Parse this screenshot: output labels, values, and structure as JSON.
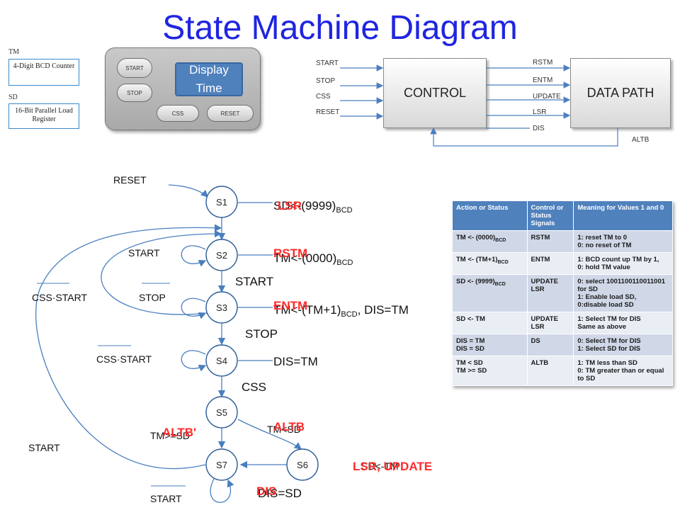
{
  "title": "State Machine Diagram",
  "legend": {
    "tm_label": "TM",
    "tm_box": "4-Digit BCD Counter",
    "sd_label": "SD",
    "sd_box": "16-Bit Parallel Load Register"
  },
  "panel": {
    "start": "START",
    "stop": "STOP",
    "display": "Display Time",
    "css": "CSS",
    "reset": "RESET"
  },
  "block": {
    "control": "CONTROL",
    "datapath": "DATA PATH",
    "inputs": [
      "START",
      "STOP",
      "CSS",
      "RESET"
    ],
    "outputs": [
      "RSTM",
      "ENTM",
      "UPDATE",
      "LSR",
      "DIS"
    ],
    "feedback": "ALTB"
  },
  "states": [
    "S1",
    "S2",
    "S3",
    "S4",
    "S5",
    "S6",
    "S7"
  ],
  "transitions": {
    "reset": "RESET",
    "start_s2": "START",
    "start_s2_s3": "START",
    "css_start_left": "CSS·START",
    "stop_s3": "STOP",
    "stop_s3_s4": "STOP",
    "css_start_s4": "CSS·START",
    "css_s4_s5": "CSS",
    "start_left": "START",
    "start_bottom": "START"
  },
  "actions": {
    "s1_black": "SD<-(9999)",
    "s1_red": "LSR",
    "s2_black": "TM<-(0000)",
    "s2_red": "RSTM",
    "s3_black": "TM<-(TM+1)",
    "s3_suffix": ", DIS=TM",
    "s3_red": "ENTM",
    "s4_black": "DIS=TM",
    "s5_s6_black": "TM<SD",
    "s5_s6_red": "ALTB",
    "s5_s7_black": "TM>=SD",
    "s5_s7_red": "ALTB'",
    "s6_black": "SD<-TM",
    "s6_red": "LSR, UPDATE",
    "s7_black": "DIS=SD",
    "s7_red": "DIS",
    "bcd": "BCD"
  },
  "table": {
    "headers": [
      "Action or Status",
      "Control or Status Signals",
      "Meaning for Values 1 and 0"
    ],
    "rows": [
      {
        "action": "TM <- (0000)",
        "sub": "BCD",
        "signal": "RSTM",
        "meaning": "1:  reset TM to 0\n0: no reset of TM"
      },
      {
        "action": "TM <- (TM+1)",
        "sub": "BCD",
        "signal": "ENTM",
        "meaning": "1: BCD count up TM by 1,\n0: hold TM value"
      },
      {
        "action": "SD <- (9999)",
        "sub": "BCD",
        "signal": "UPDATE\nLSR",
        "meaning": "0: select 1001100110011001 for SD\n1: Enable load SD,\n0:disable load SD"
      },
      {
        "action": "SD <- TM",
        "sub": "",
        "signal": "UPDATE\nLSR",
        "meaning": "1: Select TM for DIS\nSame as above"
      },
      {
        "action": "DIS = TM\nDIS = SD",
        "sub": "",
        "signal": "DS",
        "meaning": "0: Select TM for DIS\n1:  Select SD for DIS"
      },
      {
        "action": "TM < SD\nTM >= SD",
        "sub": "",
        "signal": "ALTB",
        "meaning": "1: TM less than SD\n0: TM greater than or equal to SD"
      }
    ]
  },
  "colors": {
    "title": "#1f25e0",
    "accent_red": "#ff2a2a",
    "table_header": "#4f81bd",
    "state_arrow": "#4a7fbf"
  }
}
